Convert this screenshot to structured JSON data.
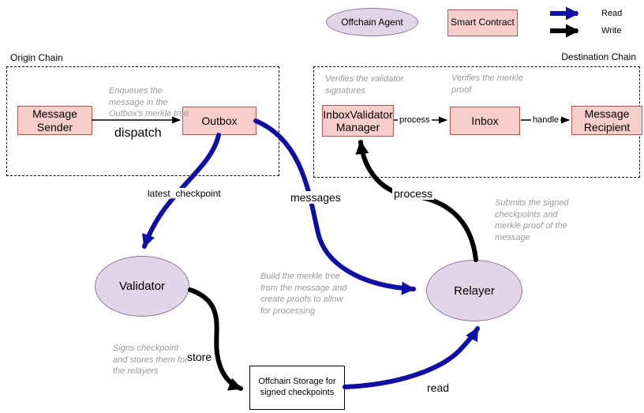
{
  "legend": {
    "offchain_agent": "Offchain Agent",
    "smart_contract": "Smart Contract",
    "read": "Read",
    "write": "Write"
  },
  "origin_chain": {
    "title": "Origin Chain",
    "message_sender": "Message Sender",
    "outbox": "Outbox",
    "dispatch_label": "dispatch",
    "note_enqueues": "Enqueues the message in the Outbox's merkle tree"
  },
  "destination_chain": {
    "title": "Destination Chain",
    "inbox_validator_manager": "InboxValidator Manager",
    "inbox": "Inbox",
    "message_recipient": "Message Recipient",
    "process_label": "process",
    "handle_label": "handle",
    "note_validator_sigs": "Verifies the validator signatures",
    "note_merkle_proof": "Verifies the merkle proof"
  },
  "agents": {
    "validator": "Validator",
    "relayer": "Relayer"
  },
  "storage": {
    "label": "Offchain Storage for signed checkpoints"
  },
  "edges": {
    "latest_checkpoint": "latest_checkpoint",
    "messages": "messages",
    "process": "process",
    "store": "store",
    "read": "read"
  },
  "notes": {
    "submits": "Submits the signed checkpoints and merkle proof of the message",
    "build": "Build the merkle tree from the message and create proofs to allow for processing",
    "signs": "Signs checkpoint and stores them for the relayers"
  },
  "colors": {
    "contract_fill": "#f8cecc",
    "contract_border": "#b85450",
    "agent_fill": "#e1d5e7",
    "agent_border": "#9673a6",
    "read_arrow_blue": "#0f0fa6",
    "write_arrow_black": "#000000",
    "note_gray": "#999999"
  }
}
